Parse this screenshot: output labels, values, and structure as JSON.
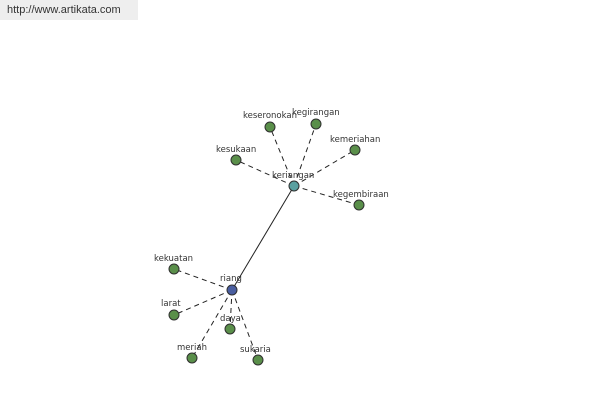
{
  "watermark": {
    "url": "http://www.artikata.com"
  },
  "graph": {
    "colors": {
      "root_node": "#4a5ea0",
      "hub_node": "#5aa0a0",
      "leaf_node": "#5a8f4a",
      "node_stroke": "#2f2f2f",
      "edge": "#222222"
    },
    "main_edge": {
      "from": "riang",
      "to": "keriangan"
    },
    "nodes": [
      {
        "id": "riang",
        "label": "riang",
        "role": "root"
      },
      {
        "id": "keriangan",
        "label": "keriangan",
        "role": "hub"
      },
      {
        "id": "keseronokan",
        "label": "keseronokan",
        "role": "leaf",
        "parent": "keriangan"
      },
      {
        "id": "kegirangan",
        "label": "kegirangan",
        "role": "leaf",
        "parent": "keriangan"
      },
      {
        "id": "kemeriahan",
        "label": "kemeriahan",
        "role": "leaf",
        "parent": "keriangan"
      },
      {
        "id": "kesukaan",
        "label": "kesukaan",
        "role": "leaf",
        "parent": "keriangan"
      },
      {
        "id": "kegembiraan",
        "label": "kegembiraan",
        "role": "leaf",
        "parent": "keriangan"
      },
      {
        "id": "kekuatan",
        "label": "kekuatan",
        "role": "leaf",
        "parent": "riang"
      },
      {
        "id": "larat",
        "label": "larat",
        "role": "leaf",
        "parent": "riang"
      },
      {
        "id": "daya",
        "label": "daya",
        "role": "leaf",
        "parent": "riang"
      },
      {
        "id": "meriah",
        "label": "meriah",
        "role": "leaf",
        "parent": "riang"
      },
      {
        "id": "sukaria",
        "label": "sukaria",
        "role": "leaf",
        "parent": "riang"
      }
    ]
  }
}
